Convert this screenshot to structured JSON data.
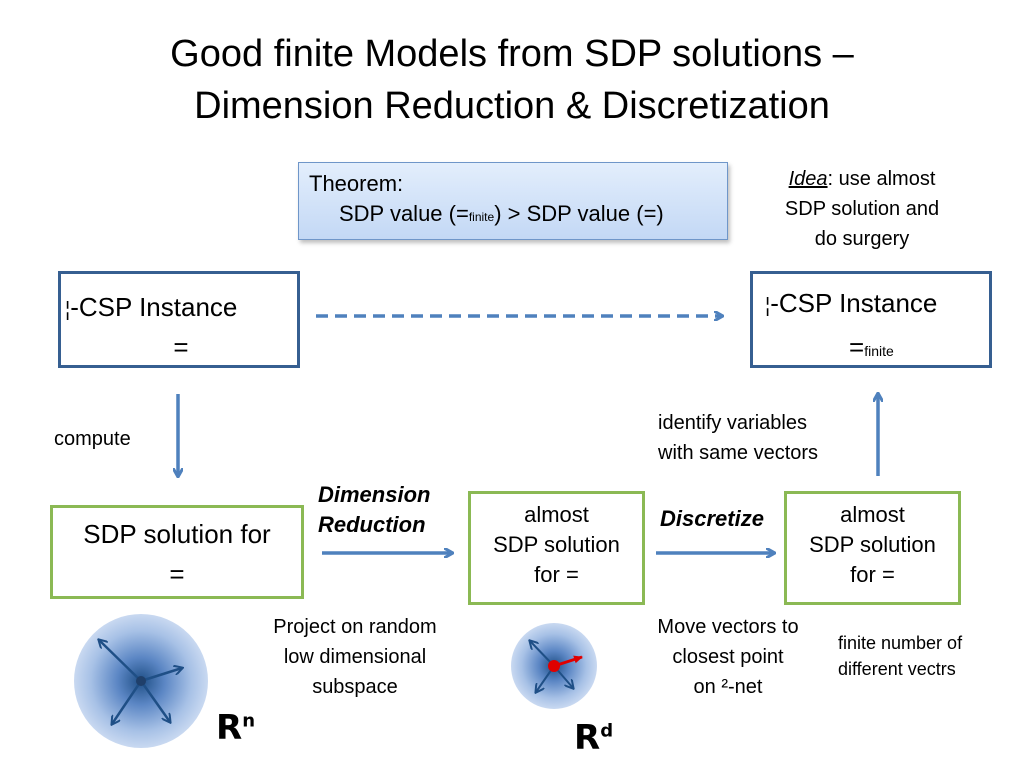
{
  "title": {
    "line1": "Good finite Models from SDP solutions –",
    "line2": "Dimension Reduction & Discretization"
  },
  "theorem": {
    "label": "Theorem:",
    "text_a": "SDP value (=",
    "text_sub": "finite",
    "text_b": ") > SDP value (=)"
  },
  "idea": {
    "word": "Idea",
    "rest": ": use almost",
    "line2": "SDP solution and",
    "line3": "do surgery"
  },
  "csp_left": {
    "prefix": "¦",
    "line1": "-CSP Instance",
    "line2": "="
  },
  "csp_right": {
    "prefix": "¦",
    "line1": "-CSP Instance",
    "line2": "=",
    "line2_sub": "finite"
  },
  "compute": "compute",
  "sdp_left": {
    "line1": "SDP solution for",
    "line2": "="
  },
  "dim_red": {
    "line1": "Dimension",
    "line2": "Reduction"
  },
  "mid_box": {
    "line1": "almost",
    "line2": "SDP solution",
    "line3": "for ="
  },
  "discretize": "Discretize",
  "right_box": {
    "line1": "almost",
    "line2": "SDP solution",
    "line3": "for ="
  },
  "identify": {
    "line1": "identify variables",
    "line2": "with same vectors"
  },
  "project": {
    "line1": "Project on random",
    "line2": "low dimensional",
    "line3": "subspace"
  },
  "move": {
    "line1": "Move vectors to",
    "line2": "closest point",
    "line3": "on ²-net"
  },
  "finite_num": {
    "line1": "finite number of",
    "line2": "different vectrs"
  },
  "rn": {
    "base": "R",
    "sup": "n"
  },
  "rd": {
    "base": "R",
    "sup": "d"
  },
  "colors": {
    "arrow": "#4f81bd",
    "blue_border": "#365f91",
    "green_border": "#8bb954",
    "red_vector": "#e00000"
  }
}
